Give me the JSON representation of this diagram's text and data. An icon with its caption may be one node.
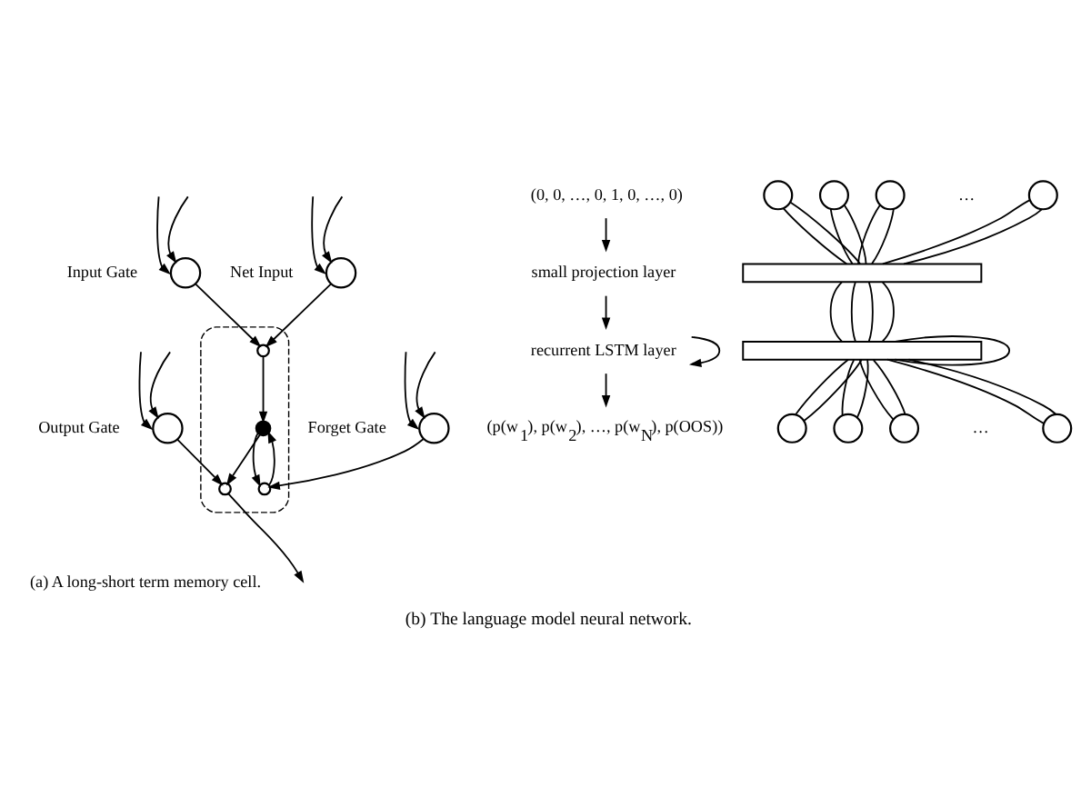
{
  "diagram": {
    "caption": "(b) The language model neural network.",
    "nodes": [
      {
        "text": [],
        "shape": "box"
      },
      {
        "text": [],
        "shape": "circle",
        "beside": [
          "Input Gate"
        ]
      },
      {
        "text": [],
        "shape": "circle",
        "beside": [
          "Output Gate"
        ]
      },
      {
        "text": [],
        "shape": "circle",
        "beside": [
          "Net Input"
        ]
      },
      {
        "text": [],
        "shape": "circle",
        "beside": [
          "Forget Gate"
        ]
      },
      {
        "text": [],
        "shape": "circle",
        "in": 0
      },
      {
        "text": [],
        "shape": "circle",
        "in": 0
      },
      {
        "text": [],
        "shape": "circle",
        "in": 0
      },
      {
        "text": [],
        "shape": "circle",
        "in": 0
      },
      {
        "text": [
          "(0, 0, …, 0, 1, 0, …, 0)"
        ]
      },
      {
        "text": [
          "small projection layer"
        ]
      },
      {
        "text": [
          "recurrent LSTM layer"
        ]
      },
      {
        "text": [
          "(p(w$_{1}$), p(w$_{2}$), …, p(w$_{N}$), p(OOS))"
        ]
      },
      {
        "text": [],
        "shape": "circle"
      },
      {
        "text": [],
        "shape": "circle"
      },
      {
        "text": [],
        "shape": "circle"
      },
      {
        "text": [],
        "shape": "circle"
      },
      {
        "text": [],
        "shape": "bar"
      },
      {
        "text": [],
        "shape": "bar"
      },
      {
        "text": [],
        "shape": "circle"
      },
      {
        "text": [],
        "shape": "circle"
      },
      {
        "text": [],
        "shape": "circle"
      },
      {
        "text": [],
        "shape": "circle"
      }
    ],
    "edges": [
      {
        "from": null,
        "to": 1,
        "arrow": "to"
      },
      {
        "from": null,
        "to": 1,
        "arrow": "to"
      },
      {
        "from": null,
        "to": 2,
        "arrow": "to"
      },
      {
        "from": null,
        "to": 2,
        "arrow": "to"
      },
      {
        "from": null,
        "to": 3,
        "arrow": "to"
      },
      {
        "from": null,
        "to": 3,
        "arrow": "to"
      },
      {
        "from": null,
        "to": 4,
        "arrow": "to"
      },
      {
        "from": null,
        "to": 4,
        "arrow": "to"
      },
      {
        "from": 1,
        "to": 5,
        "arrow": "to"
      },
      {
        "from": 3,
        "to": 5,
        "arrow": "to"
      },
      {
        "from": 5,
        "to": 6,
        "arrow": "to"
      },
      {
        "from": 4,
        "to": 8,
        "arrow": "to"
      },
      {
        "from": 8,
        "to": 6,
        "arrow": "to"
      },
      {
        "from": 6,
        "to": 8,
        "arrow": "to"
      },
      {
        "from": 2,
        "to": 7,
        "arrow": "to"
      },
      {
        "from": 6,
        "to": 7,
        "arrow": "to"
      },
      {
        "from": 7,
        "to": null,
        "arrow": "to"
      },
      {
        "from": 9,
        "to": 10,
        "arrow": "to"
      },
      {
        "from": 10,
        "to": 11,
        "arrow": "to"
      },
      {
        "from": 11,
        "to": 11,
        "arrow": "to"
      },
      {
        "from": 11,
        "to": 12,
        "arrow": "to"
      },
      {
        "from": 13,
        "to": 17,
        "arrow": "none"
      },
      {
        "from": 13,
        "to": 17,
        "arrow": "none"
      },
      {
        "from": 14,
        "to": 17,
        "arrow": "none"
      },
      {
        "from": 14,
        "to": 17,
        "arrow": "none"
      },
      {
        "from": 15,
        "to": 17,
        "arrow": "none"
      },
      {
        "from": 15,
        "to": 17,
        "arrow": "none"
      },
      {
        "from": 16,
        "to": 17,
        "arrow": "none"
      },
      {
        "from": 16,
        "to": 17,
        "arrow": "none"
      },
      {
        "from": 17,
        "to": 18,
        "arrow": "none"
      },
      {
        "from": 17,
        "to": 18,
        "arrow": "none"
      },
      {
        "from": 17,
        "to": 18,
        "arrow": "none"
      },
      {
        "from": 17,
        "to": 18,
        "arrow": "none"
      },
      {
        "from": 18,
        "to": 18,
        "arrow": "none"
      },
      {
        "from": 18,
        "to": 19,
        "arrow": "none"
      },
      {
        "from": 18,
        "to": 19,
        "arrow": "none"
      },
      {
        "from": 18,
        "to": 20,
        "arrow": "none"
      },
      {
        "from": 18,
        "to": 20,
        "arrow": "none"
      },
      {
        "from": 18,
        "to": 21,
        "arrow": "none"
      },
      {
        "from": 18,
        "to": 21,
        "arrow": "none"
      },
      {
        "from": 18,
        "to": 22,
        "arrow": "none"
      },
      {
        "from": 18,
        "to": 22,
        "arrow": "none"
      }
    ],
    "labels": [
      "(a) A long-short term memory cell.",
      "…",
      "…"
    ]
  }
}
